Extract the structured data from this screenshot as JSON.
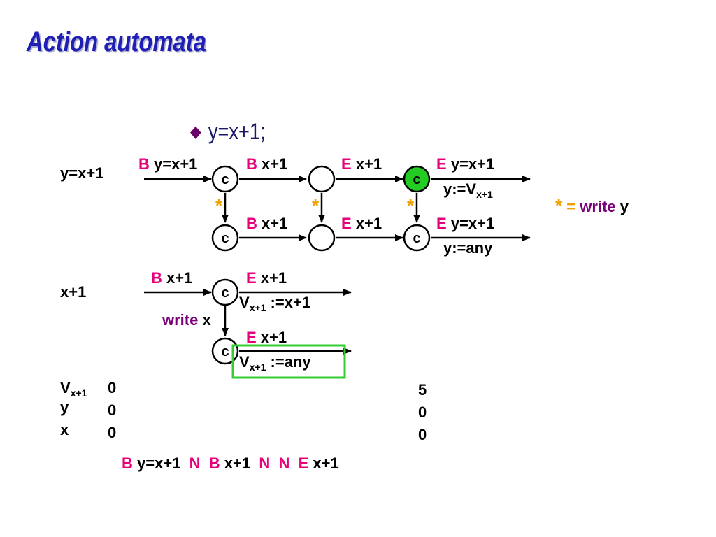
{
  "title": "Action automata",
  "bullet": "y=x+1;",
  "top": {
    "row_label": "y=x+1",
    "edges": {
      "b_yx": {
        "kw": "B",
        "txt": "y=x+1"
      },
      "b_x1_top": {
        "kw": "B",
        "txt": "x+1"
      },
      "e_x1_top": {
        "kw": "E",
        "txt": "x+1"
      },
      "e_yx_top": {
        "kw": "E",
        "txt": "y=x+1"
      },
      "b_x1_bot": {
        "kw": "B",
        "txt": "x+1"
      },
      "e_x1_bot": {
        "kw": "E",
        "txt": "x+1"
      },
      "e_yx_bot": {
        "kw": "E",
        "txt": "y=x+1"
      }
    },
    "assign_top": {
      "pre": "y:=V",
      "sub": "x+1"
    },
    "assign_bot": "y:=any",
    "star": "*",
    "legend": {
      "star": "*",
      "eq": "=",
      "write": "write",
      "var": "y"
    },
    "node_label": "c"
  },
  "mid": {
    "row_label": "x+1",
    "b_x1": {
      "kw": "B",
      "txt": "x+1"
    },
    "e_x1_top": {
      "kw": "E",
      "txt": "x+1"
    },
    "e_x1_bot": {
      "kw": "E",
      "txt": "x+1"
    },
    "assign_top": {
      "v": "V",
      "sub": "x+1",
      "rest": " :=x+1"
    },
    "assign_bot": {
      "v": "V",
      "sub": "x+1",
      "rest": " :=any"
    },
    "write": "write",
    "write_var": "x"
  },
  "state": {
    "labels": [
      {
        "v": "V",
        "sub": "x+1"
      },
      {
        "v": "y"
      },
      {
        "v": "x"
      }
    ],
    "col1": [
      "0",
      "0",
      "0"
    ],
    "col2": [
      "5",
      "0",
      "0"
    ]
  },
  "trace": [
    {
      "kw": "B",
      "txt": "y=x+1"
    },
    {
      "kw": "N",
      "txt": ""
    },
    {
      "kw": "B",
      "txt": "x+1"
    },
    {
      "kw": "N",
      "txt": ""
    },
    {
      "kw": "N",
      "txt": ""
    },
    {
      "kw": "E",
      "txt": "x+1"
    }
  ],
  "colors": {
    "keyword": "#e6007a",
    "star": "#f0a000",
    "write": "#7a0077",
    "title": "#1f1fb5",
    "active_node": "#22cc22",
    "highlight_box": "#33cc33"
  }
}
